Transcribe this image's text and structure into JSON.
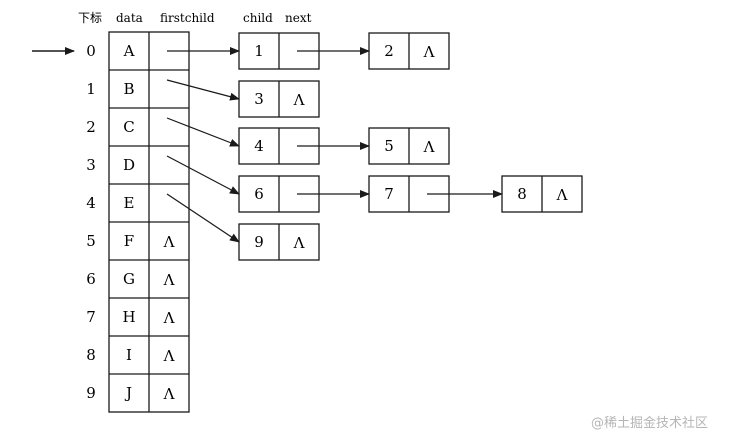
{
  "headers": {
    "index": "下标",
    "data": "data",
    "firstchild": "firstchild",
    "child": "child",
    "next": "next"
  },
  "null_symbol": "Λ",
  "table": {
    "indices": [
      "0",
      "1",
      "2",
      "3",
      "4",
      "5",
      "6",
      "7",
      "8",
      "9"
    ],
    "data": [
      "A",
      "B",
      "C",
      "D",
      "E",
      "F",
      "G",
      "H",
      "I",
      "J"
    ],
    "firstchild": [
      1,
      3,
      4,
      6,
      9,
      null,
      null,
      null,
      null,
      null
    ]
  },
  "child_lists": [
    {
      "parent": "0",
      "nodes": [
        "1",
        "2"
      ]
    },
    {
      "parent": "1",
      "nodes": [
        "3"
      ]
    },
    {
      "parent": "2",
      "nodes": [
        "4",
        "5"
      ]
    },
    {
      "parent": "3",
      "nodes": [
        "6",
        "7",
        "8"
      ]
    },
    {
      "parent": "4",
      "nodes": [
        "9"
      ]
    }
  ],
  "watermark": "@稀土掘金技术社区"
}
